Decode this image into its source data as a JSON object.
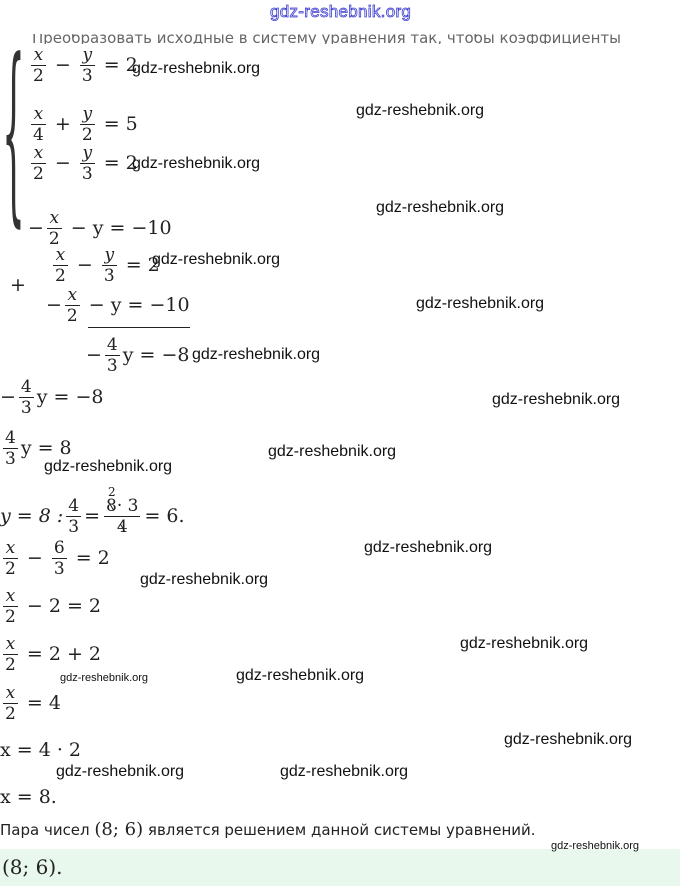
{
  "header_watermark": "gdz-reshebnik.org",
  "intro_text": "Преобразовать исходные в систему уравнения так, чтобы коэффициенты",
  "system1": [
    [
      {
        "n": "x",
        "d": "2"
      },
      " − ",
      {
        "n": "y",
        "d": "3"
      },
      " = 2"
    ],
    [
      {
        "n": "x",
        "d": "4"
      },
      " + ",
      {
        "n": "y",
        "d": "2"
      },
      " = 5"
    ]
  ],
  "system2": [
    [
      {
        "n": "x",
        "d": "2"
      },
      " − ",
      {
        "n": "y",
        "d": "3"
      },
      " = 2"
    ],
    [
      "−",
      {
        "n": "x",
        "d": "2"
      },
      " − y = −10"
    ]
  ],
  "plus_sign": "+",
  "sum": {
    "row1": [
      {
        "n": "x",
        "d": "2"
      },
      " − ",
      {
        "n": "y",
        "d": "3"
      },
      " = 2"
    ],
    "row2": [
      "−",
      {
        "n": "x",
        "d": "2"
      },
      " − y = −10"
    ],
    "result": [
      "−",
      {
        "n": "4",
        "d": "3"
      },
      "y = −8"
    ]
  },
  "steps": [
    [
      "−",
      {
        "n": "4",
        "d": "3"
      },
      "y = −8"
    ],
    [
      {
        "n": "4",
        "d": "3"
      },
      "y = 8"
    ]
  ],
  "y_calc": {
    "lhs": "y = 8 : ",
    "frac1_n": "4",
    "frac1_d": "3",
    "eq1": " = ",
    "num_a": "8",
    "num_a_above": "2",
    "num_b": " · 3",
    "den": "4",
    "result": " = 6."
  },
  "x_steps": [
    [
      {
        "n": "x",
        "d": "2"
      },
      " − ",
      {
        "n": "6",
        "d": "3"
      },
      " = 2"
    ],
    [
      {
        "n": "x",
        "d": "2"
      },
      " − 2 = 2"
    ],
    [
      {
        "n": "x",
        "d": "2"
      },
      " = 2 + 2"
    ],
    [
      {
        "n": "x",
        "d": "2"
      },
      " = 4"
    ],
    [
      "x = 4 · 2"
    ],
    [
      "x = 8."
    ]
  ],
  "conclusion": {
    "before": "Пара чисел ",
    "pair": "(8;  6)",
    "after": " является решением данной системы уравнений."
  },
  "answer": "(8;  6).",
  "watermarks": [
    "gdz-reshebnik.org"
  ]
}
